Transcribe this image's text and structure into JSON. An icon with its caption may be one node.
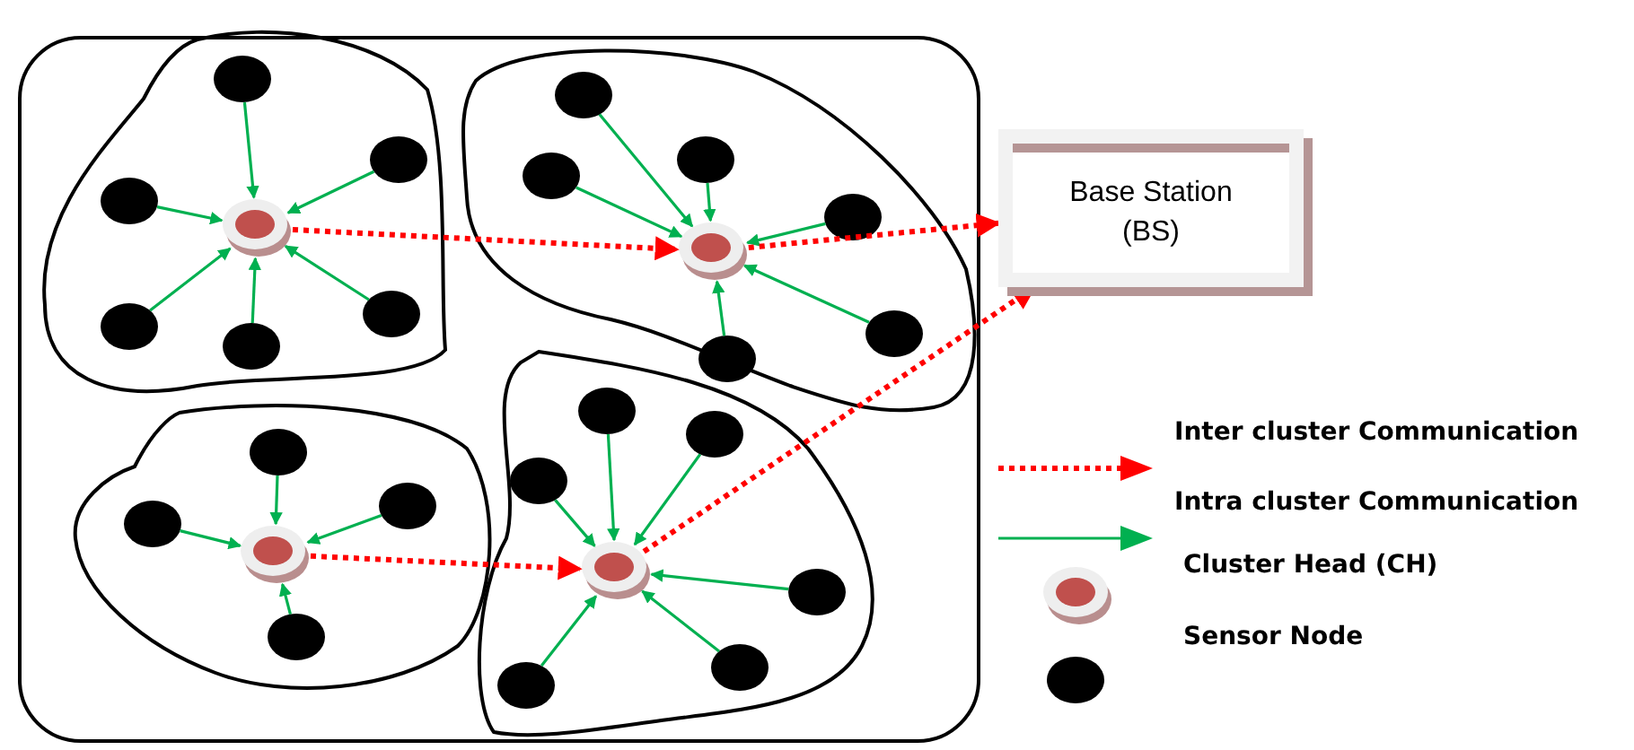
{
  "diagram": {
    "nodes": [
      {
        "text": [],
        "shape": "box"
      },
      {
        "text": [],
        "shape": "cloud",
        "in": 0
      },
      {
        "text": [],
        "shape": "circle",
        "in": 1
      },
      {
        "text": [],
        "shape": "circle",
        "in": 1
      },
      {
        "text": [],
        "shape": "circle",
        "in": 1
      },
      {
        "text": [],
        "shape": "circle",
        "in": 1
      },
      {
        "text": [],
        "shape": "circle",
        "in": 1
      },
      {
        "text": [],
        "shape": "circle",
        "in": 1
      },
      {
        "text": [],
        "shape": "circle",
        "in": 1
      },
      {
        "text": [],
        "shape": "cloud",
        "in": 0
      },
      {
        "text": [],
        "shape": "circle",
        "in": 9
      },
      {
        "text": [],
        "shape": "circle",
        "in": 9
      },
      {
        "text": [],
        "shape": "circle",
        "in": 9
      },
      {
        "text": [],
        "shape": "circle",
        "in": 9
      },
      {
        "text": [],
        "shape": "circle",
        "in": 9
      },
      {
        "text": [],
        "shape": "circle",
        "in": 9
      },
      {
        "text": [],
        "shape": "circle",
        "in": 9
      },
      {
        "text": [
          "Base Station (BS)"
        ]
      },
      {
        "text": [],
        "shape": "cloud",
        "in": 0
      },
      {
        "text": [],
        "shape": "circle",
        "in": 18
      },
      {
        "text": [],
        "shape": "circle",
        "in": 18
      },
      {
        "text": [],
        "shape": "circle",
        "in": 18
      },
      {
        "text": [],
        "shape": "circle",
        "in": 18
      },
      {
        "text": [],
        "shape": "circle",
        "in": 18
      },
      {
        "text": [],
        "shape": "cloud",
        "in": 0
      },
      {
        "text": [],
        "shape": "circle",
        "in": 24
      },
      {
        "text": [],
        "shape": "circle",
        "in": 24
      },
      {
        "text": [],
        "shape": "circle",
        "in": 24
      },
      {
        "text": [],
        "shape": "circle",
        "in": 24
      },
      {
        "text": [],
        "shape": "circle",
        "in": 24
      },
      {
        "text": [],
        "shape": "circle",
        "in": 24
      },
      {
        "text": [],
        "shape": "circle",
        "in": 24
      }
    ],
    "edges": [
      {
        "from": 3,
        "to": 2,
        "arrow": "to"
      },
      {
        "from": 4,
        "to": 2,
        "arrow": "to"
      },
      {
        "from": 5,
        "to": 2,
        "arrow": "to"
      },
      {
        "from": 6,
        "to": 2,
        "arrow": "to"
      },
      {
        "from": 7,
        "to": 2,
        "arrow": "to"
      },
      {
        "from": 8,
        "to": 2,
        "arrow": "to"
      },
      {
        "from": 11,
        "to": 10,
        "arrow": "to"
      },
      {
        "from": 12,
        "to": 10,
        "arrow": "to"
      },
      {
        "from": 13,
        "to": 10,
        "arrow": "to"
      },
      {
        "from": 14,
        "to": 10,
        "arrow": "to"
      },
      {
        "from": 15,
        "to": 10,
        "arrow": "to"
      },
      {
        "from": 16,
        "to": 10,
        "arrow": "to"
      },
      {
        "from": 20,
        "to": 19,
        "arrow": "to"
      },
      {
        "from": 21,
        "to": 19,
        "arrow": "to"
      },
      {
        "from": 22,
        "to": 19,
        "arrow": "to"
      },
      {
        "from": 23,
        "to": 19,
        "arrow": "to"
      },
      {
        "from": 26,
        "to": 25,
        "arrow": "to"
      },
      {
        "from": 27,
        "to": 25,
        "arrow": "to"
      },
      {
        "from": 28,
        "to": 25,
        "arrow": "to"
      },
      {
        "from": 29,
        "to": 25,
        "arrow": "to"
      },
      {
        "from": 30,
        "to": 25,
        "arrow": "to"
      },
      {
        "from": 31,
        "to": 25,
        "arrow": "to"
      },
      {
        "from": 2,
        "to": 10,
        "arrow": "to",
        "style": "dashed",
        "color": "#ff0000"
      },
      {
        "from": 10,
        "to": 17,
        "arrow": "to",
        "style": "dashed",
        "color": "#ff0000"
      },
      {
        "from": 19,
        "to": 25,
        "arrow": "to",
        "style": "dashed",
        "color": "#ff0000"
      },
      {
        "from": 25,
        "to": 17,
        "arrow": "to",
        "style": "dashed",
        "color": "#ff0000"
      }
    ],
    "legend": [
      {
        "text": "Inter cluster Communication"
      },
      {
        "text": "Intra cluster Communication"
      },
      {
        "text": "Cluster Head (CH)"
      },
      {
        "text": "Sensor Node"
      }
    ]
  }
}
